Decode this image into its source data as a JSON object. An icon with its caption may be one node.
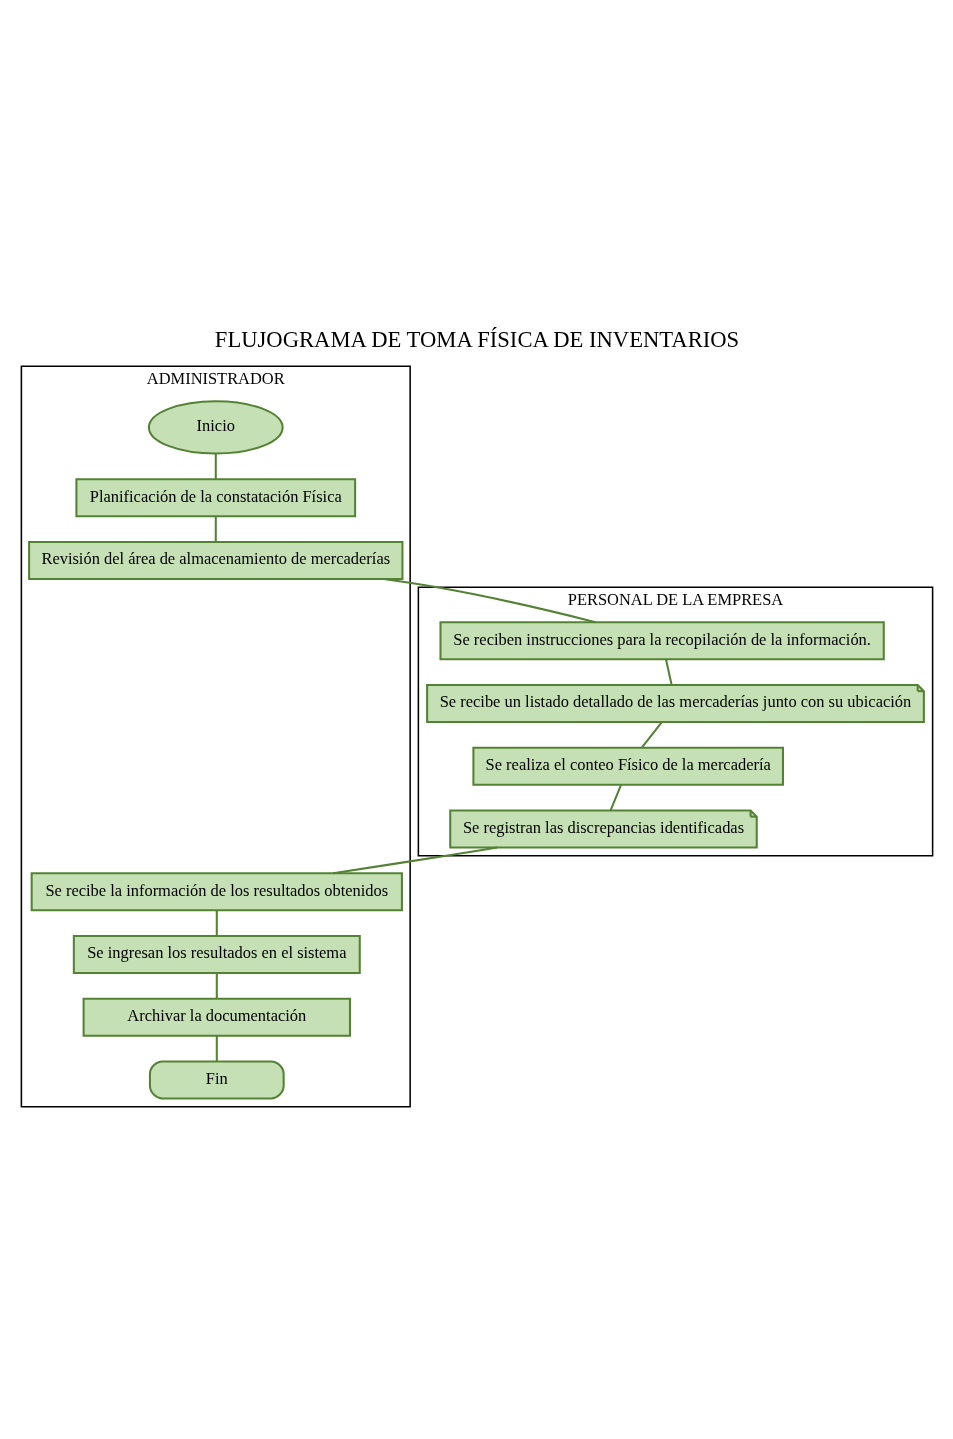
{
  "diagram": {
    "title": "FLUJOGRAMA DE TOMA FÍSICA DE INVENTARIOS",
    "nodes": [
      {
        "text": [
          "ADMINISTRADOR"
        ]
      },
      {
        "text": [
          "PERSONAL DE LA EMPRESA"
        ]
      },
      {
        "text": [
          "Inicio"
        ],
        "in": 0
      },
      {
        "text": [
          "Planificación de la constatación Física"
        ],
        "in": 0
      },
      {
        "text": [
          "Revisión del área de almacenamiento de mercaderías"
        ],
        "in": 0
      },
      {
        "text": [
          "Se reciben instrucciones para la recopilación de la información."
        ],
        "in": 1
      },
      {
        "text": [
          "Se recibe un listado detallado de las mercaderías junto con su ubicación"
        ],
        "in": 1
      },
      {
        "text": [
          "Se realiza el conteo Físico de la mercadería"
        ],
        "in": 1
      },
      {
        "text": [
          "Se registran las discrepancias identificadas"
        ],
        "in": 1
      },
      {
        "text": [
          "Se recibe la información de los resultados obtenidos"
        ],
        "in": 0
      },
      {
        "text": [
          "Se ingresan los resultados en el sistema"
        ],
        "in": 0
      },
      {
        "text": [
          "Archivar la documentación"
        ],
        "in": 0
      },
      {
        "text": [
          "Fin"
        ],
        "in": 0
      }
    ],
    "edges": [
      {
        "from": 2,
        "to": 3,
        "arrow": "none"
      },
      {
        "from": 3,
        "to": 4,
        "arrow": "none"
      },
      {
        "from": 4,
        "to": 5,
        "arrow": "none"
      },
      {
        "from": 5,
        "to": 6,
        "arrow": "none"
      },
      {
        "from": 6,
        "to": 7,
        "arrow": "none"
      },
      {
        "from": 7,
        "to": 8,
        "arrow": "none"
      },
      {
        "from": 8,
        "to": 9,
        "arrow": "none"
      },
      {
        "from": 9,
        "to": 10,
        "arrow": "none"
      },
      {
        "from": 10,
        "to": 11,
        "arrow": "none"
      },
      {
        "from": 11,
        "to": 12,
        "arrow": "none"
      }
    ]
  }
}
